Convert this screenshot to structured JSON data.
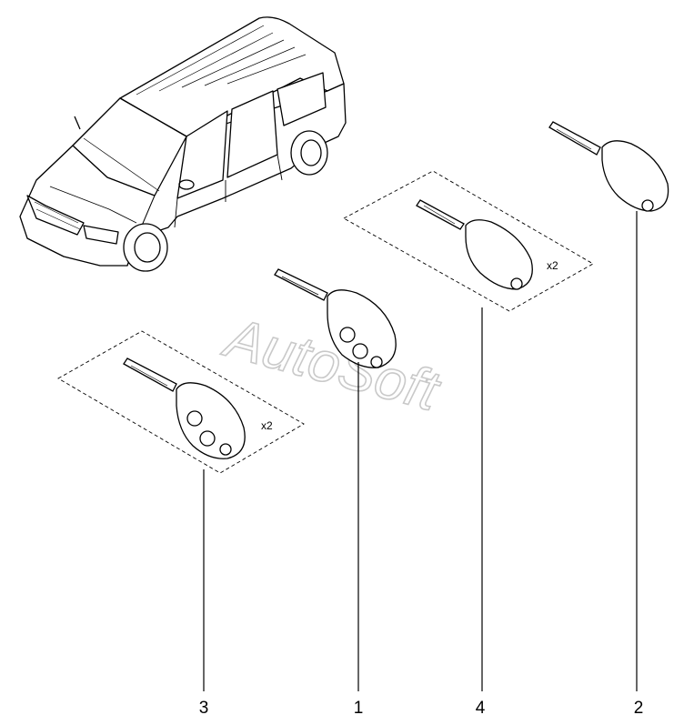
{
  "watermark": "AutoSoft",
  "quantity_labels": {
    "group_3": "x2",
    "group_4": "x2"
  },
  "callouts": [
    {
      "part": "3",
      "label": "3"
    },
    {
      "part": "1",
      "label": "1"
    },
    {
      "part": "4",
      "label": "4"
    },
    {
      "part": "2",
      "label": "2"
    }
  ],
  "parts": [
    {
      "ref": "1",
      "icon": "remote-key-two-button-icon"
    },
    {
      "ref": "2",
      "icon": "key-blank-icon"
    },
    {
      "ref": "3",
      "icon": "remote-key-two-button-icon"
    },
    {
      "ref": "4",
      "icon": "key-blank-icon"
    }
  ],
  "vehicle": {
    "icon": "station-wagon-car-icon"
  }
}
